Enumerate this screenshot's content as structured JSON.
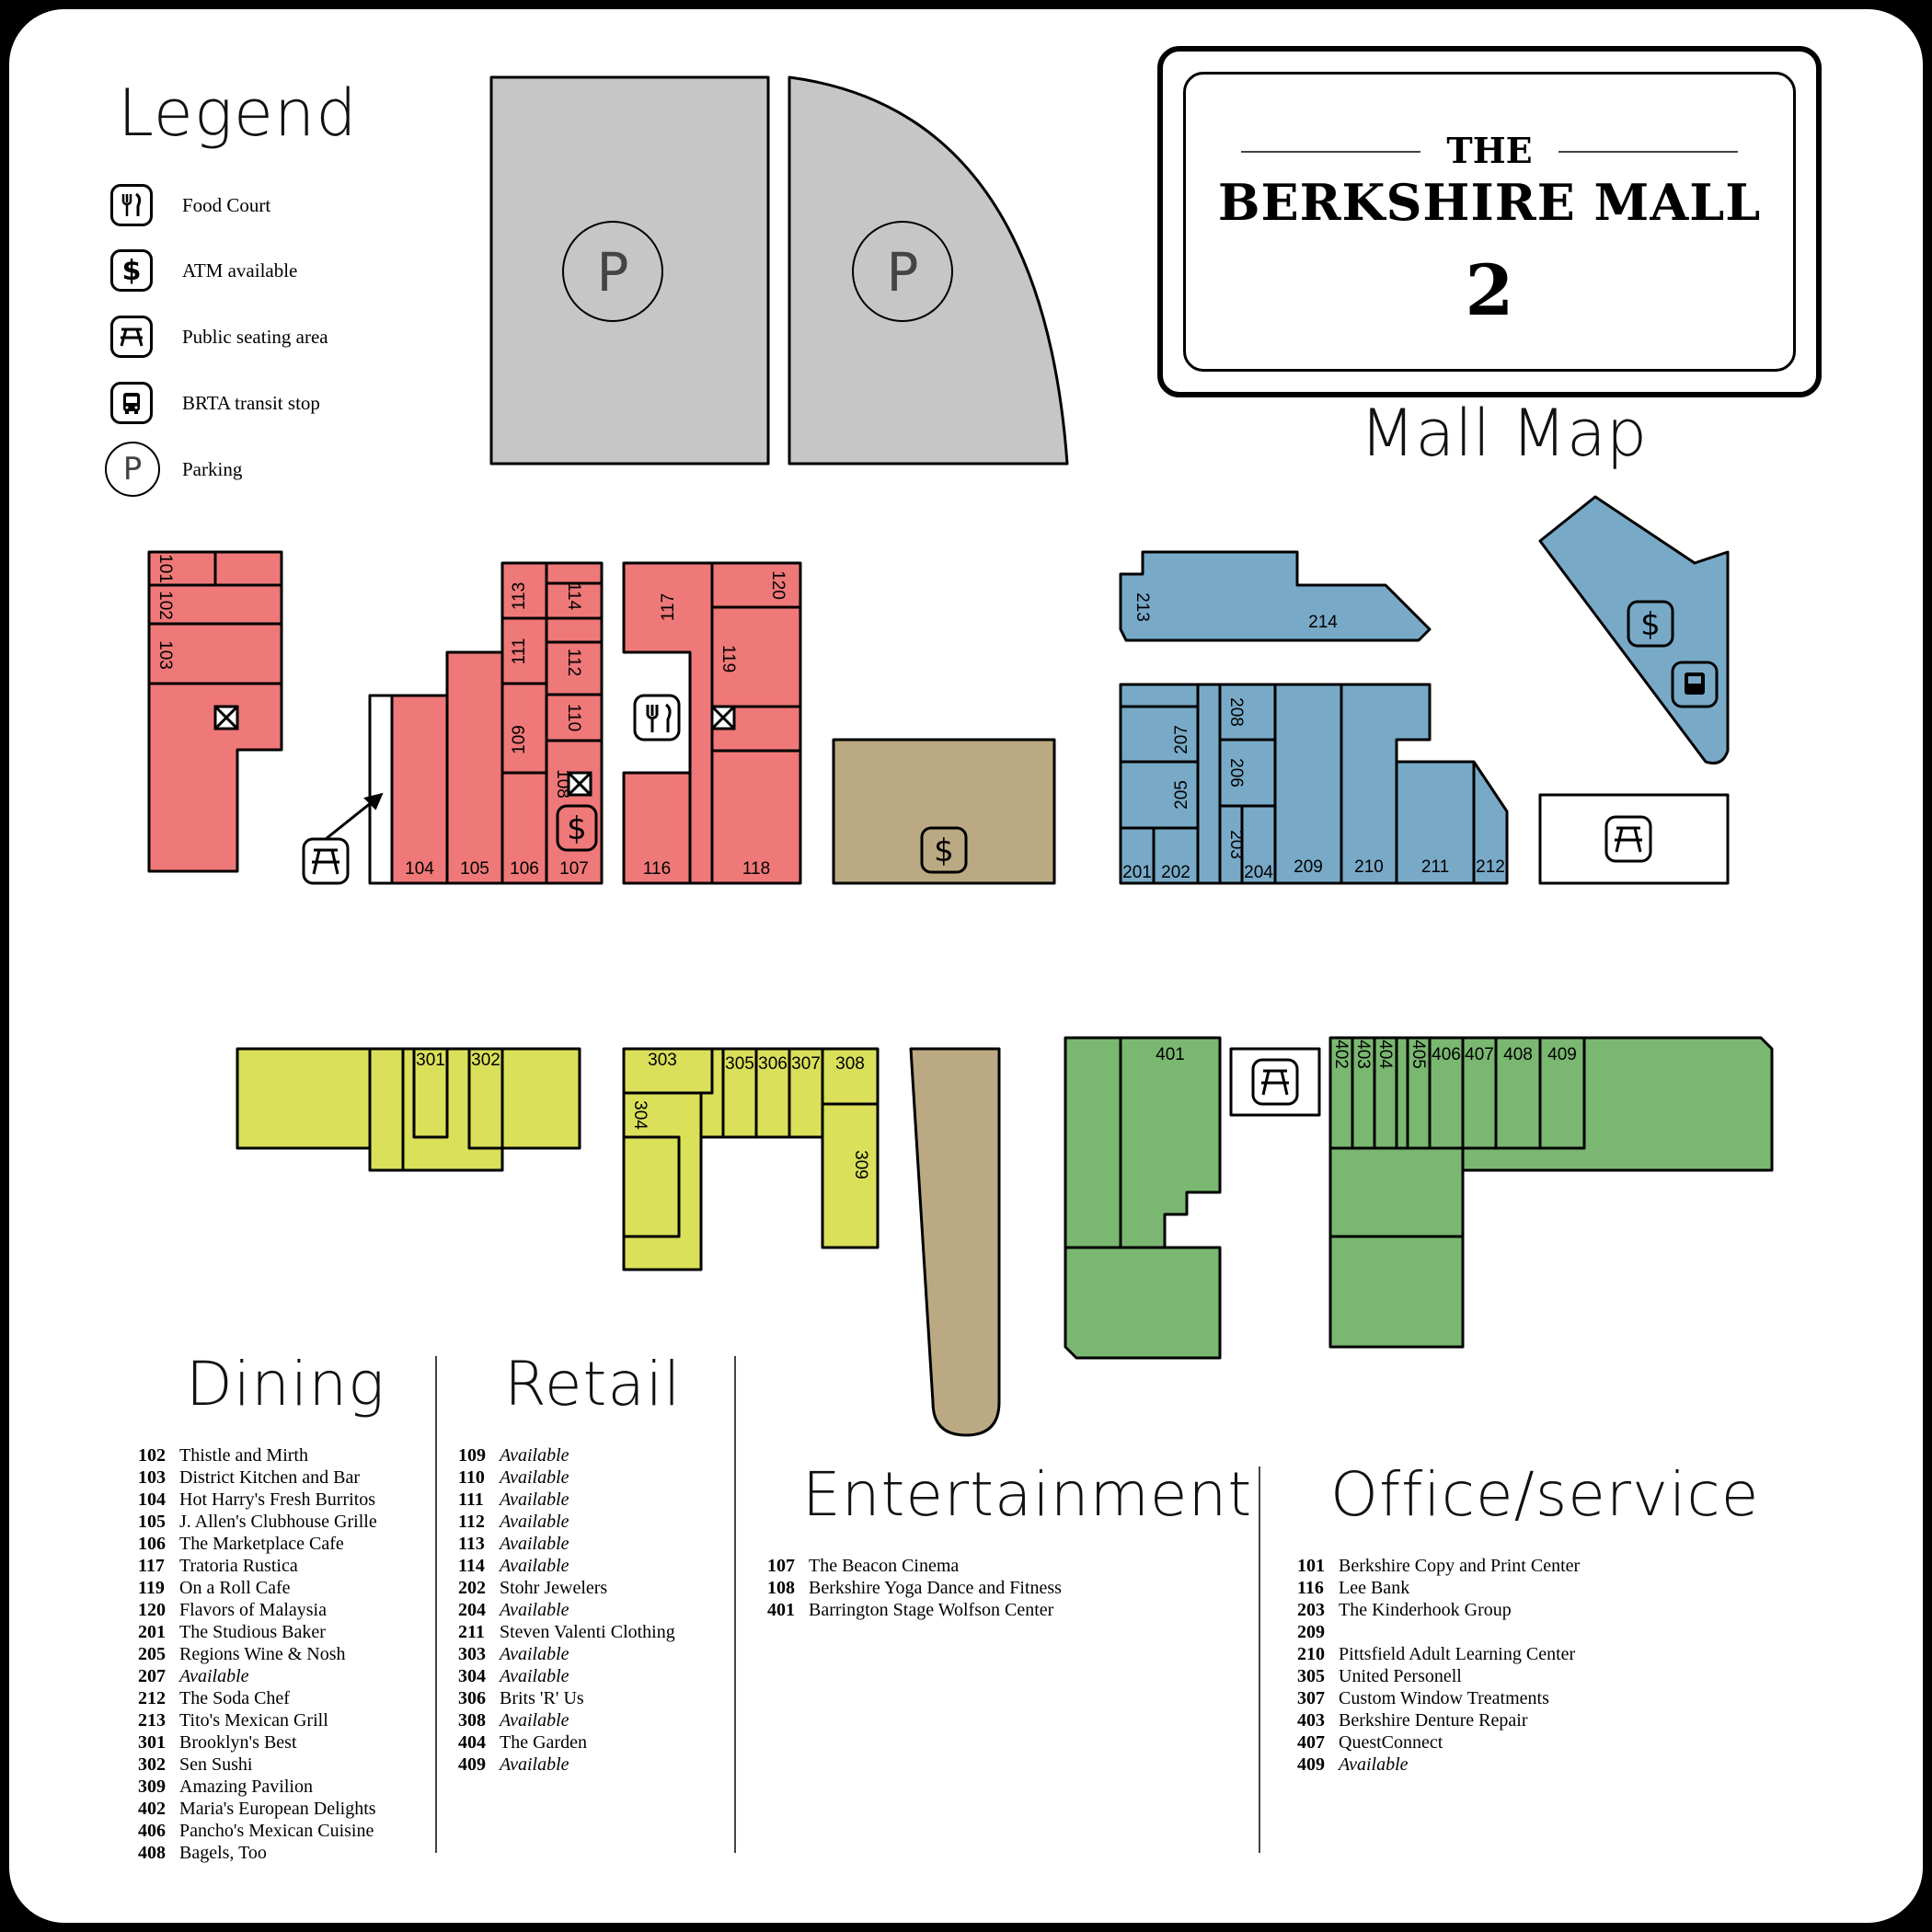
{
  "legend": {
    "title": "Legend",
    "items": [
      {
        "icon": "fork-knife-icon",
        "glyph": "🍴",
        "label": "Food Court"
      },
      {
        "icon": "dollar-icon",
        "glyph": "$",
        "label": "ATM available"
      },
      {
        "icon": "picnic-table-icon",
        "glyph": "⛩",
        "label": "Public seating area"
      },
      {
        "icon": "bus-icon",
        "glyph": "🚌",
        "label": "BRTA transit stop"
      },
      {
        "icon": "parking-icon",
        "glyph": "P",
        "label": "Parking"
      }
    ]
  },
  "title": {
    "the": "THE",
    "name": "BERKSHIRE MALL",
    "number": "2",
    "subtitle": "Mall Map"
  },
  "map": {
    "parking_label": "P",
    "units": {
      "u101": "101",
      "u102": "102",
      "u103": "103",
      "u104": "104",
      "u105": "105",
      "u106": "106",
      "u107": "107",
      "u108": "108",
      "u109": "109",
      "u110": "110",
      "u111": "111",
      "u112": "112",
      "u113": "113",
      "u114": "114",
      "u116": "116",
      "u117": "117",
      "u118": "118",
      "u119": "119",
      "u120": "120",
      "u201": "201",
      "u202": "202",
      "u203": "203",
      "u204": "204",
      "u205": "205",
      "u206": "206",
      "u207": "207",
      "u208": "208",
      "u209": "209",
      "u210": "210",
      "u211": "211",
      "u212": "212",
      "u213": "213",
      "u214": "214",
      "u301": "301",
      "u302": "302",
      "u303": "303",
      "u304": "304",
      "u305": "305",
      "u306": "306",
      "u307": "307",
      "u308": "308",
      "u309": "309",
      "u401": "401",
      "u402": "402",
      "u403": "403",
      "u404": "404",
      "u405": "405",
      "u406": "406",
      "u407": "407",
      "u408": "408",
      "u409": "409"
    },
    "colors": {
      "dining_block": "#EF7878",
      "office_block": "#78AAC8",
      "retail_block": "#DAE05A",
      "entertainment_block": "#7AB871",
      "anchor": "#BBA983",
      "parking": "#C6C6C6"
    }
  },
  "directory": {
    "dining": {
      "title": "Dining",
      "entries": [
        {
          "num": "102",
          "name": "Thistle and Mirth"
        },
        {
          "num": "103",
          "name": "District Kitchen and Bar"
        },
        {
          "num": "104",
          "name": "Hot Harry's Fresh Burritos"
        },
        {
          "num": "105",
          "name": "J. Allen's Clubhouse Grille"
        },
        {
          "num": "106",
          "name": "The Marketplace Cafe"
        },
        {
          "num": "117",
          "name": "Tratoria Rustica"
        },
        {
          "num": "119",
          "name": "On a Roll Cafe"
        },
        {
          "num": "120",
          "name": "Flavors of Malaysia"
        },
        {
          "num": "201",
          "name": "The Studious Baker"
        },
        {
          "num": "205",
          "name": "Regions Wine & Nosh"
        },
        {
          "num": "207",
          "name": "Available"
        },
        {
          "num": "212",
          "name": "The Soda Chef"
        },
        {
          "num": "213",
          "name": "Tito's Mexican Grill"
        },
        {
          "num": "301",
          "name": "Brooklyn's Best"
        },
        {
          "num": "302",
          "name": "Sen Sushi"
        },
        {
          "num": "309",
          "name": "Amazing Pavilion"
        },
        {
          "num": "402",
          "name": "Maria's European Delights"
        },
        {
          "num": "406",
          "name": "Pancho's Mexican Cuisine"
        },
        {
          "num": "408",
          "name": "Bagels, Too"
        }
      ]
    },
    "retail": {
      "title": "Retail",
      "entries": [
        {
          "num": "109",
          "name": "Available"
        },
        {
          "num": "110",
          "name": "Available"
        },
        {
          "num": "111",
          "name": "Available"
        },
        {
          "num": "112",
          "name": "Available"
        },
        {
          "num": "113",
          "name": "Available"
        },
        {
          "num": "114",
          "name": "Available"
        },
        {
          "num": "202",
          "name": "Stohr Jewelers"
        },
        {
          "num": "204",
          "name": "Available"
        },
        {
          "num": "211",
          "name": "Steven Valenti Clothing"
        },
        {
          "num": "303",
          "name": "Available"
        },
        {
          "num": "304",
          "name": "Available"
        },
        {
          "num": "306",
          "name": "Brits 'R' Us"
        },
        {
          "num": "308",
          "name": "Available"
        },
        {
          "num": "404",
          "name": "The Garden"
        },
        {
          "num": "409",
          "name": "Available"
        }
      ]
    },
    "entertainment": {
      "title": "Entertainment",
      "entries": [
        {
          "num": "107",
          "name": "The Beacon Cinema"
        },
        {
          "num": "108",
          "name": "Berkshire Yoga Dance and Fitness"
        },
        {
          "num": "401",
          "name": "Barrington Stage Wolfson Center"
        }
      ]
    },
    "office": {
      "title": "Office/service",
      "entries": [
        {
          "num": "101",
          "name": "Berkshire Copy and Print Center"
        },
        {
          "num": "116",
          "name": "Lee Bank"
        },
        {
          "num": "203",
          "name": "The Kinderhook Group"
        },
        {
          "num": "209",
          "name": ""
        },
        {
          "num": "210",
          "name": "Pittsfield Adult Learning Center"
        },
        {
          "num": "305",
          "name": "United Personell"
        },
        {
          "num": "307",
          "name": "Custom Window Treatments"
        },
        {
          "num": "403",
          "name": "Berkshire Denture Repair"
        },
        {
          "num": "407",
          "name": "QuestConnect"
        },
        {
          "num": "409",
          "name": "Available"
        }
      ]
    }
  }
}
